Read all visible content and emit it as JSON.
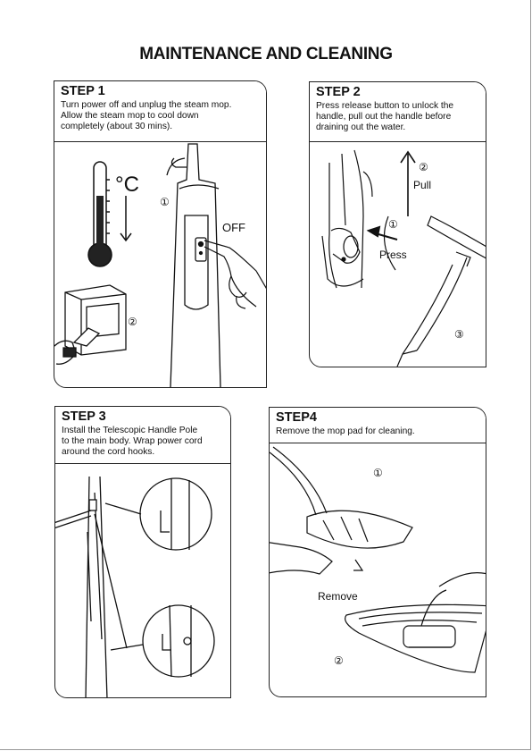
{
  "title": "MAINTENANCE AND CLEANING",
  "steps": [
    {
      "heading": "STEP 1",
      "text": "Turn power off and unplug the steam mop.\nAllow the steam mop to cool down\ncompletely (about 30 mins).",
      "labels": {
        "celsius": "°C",
        "n1": "①",
        "n2": "②",
        "off": "OFF"
      }
    },
    {
      "heading": "STEP 2",
      "text": "Press release button to unlock the\nhandle, pull out the handle before\ndraining out the water.",
      "labels": {
        "n1": "①",
        "n2": "②",
        "n3": "③",
        "pull": "Pull",
        "press": "Press"
      }
    },
    {
      "heading": "STEP 3",
      "text": "Install the Telescopic Handle Pole\nto the main body.  Wrap power cord\naround the cord hooks."
    },
    {
      "heading": "STEP4",
      "text": "Remove  the  mop pad  for  cleaning.",
      "labels": {
        "n1": "①",
        "n2": "②",
        "remove": "Remove"
      }
    }
  ]
}
